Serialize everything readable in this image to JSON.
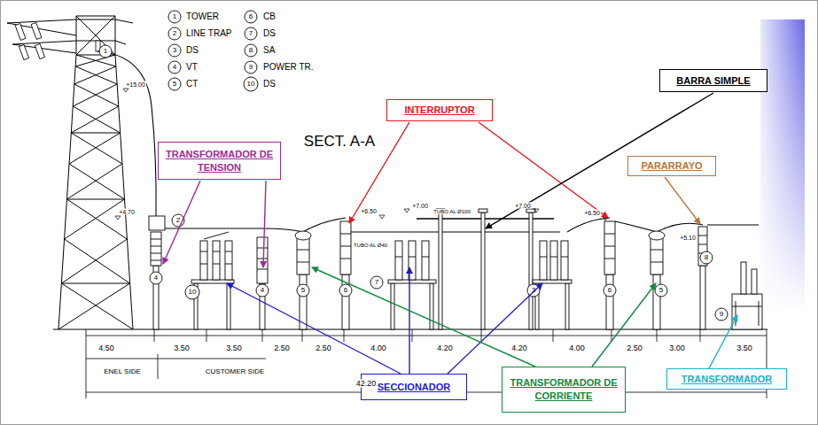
{
  "diagram": {
    "title": "SECT. A-A",
    "nodes": [
      {
        "text": [
          "BARRA SIMPLE"
        ]
      },
      {
        "text": [
          "INTERRUPTOR"
        ]
      },
      {
        "text": [
          "TRANSFORMADOR DE TENSION"
        ]
      },
      {
        "text": [
          "PARARRAYO"
        ]
      },
      {
        "text": [
          "TRANSFORMADOR DE CORRIENTE"
        ]
      },
      {
        "text": [
          "TRANSFORMADOR"
        ]
      },
      {
        "text": [
          "SECCIONADOR"
        ]
      }
    ],
    "labels": [
      "+15.00",
      "+4.70",
      "+6.50",
      "+7.00",
      "TUBO AL Ø100",
      "+7.00",
      "+6.50",
      "+5.10",
      "TUBO AL Ø40",
      "4.50",
      "3.50",
      "3.50",
      "2.50",
      "2.50",
      "4.00",
      "4.20",
      "4.20",
      "4.00",
      "2.50",
      "3.00",
      "3.50",
      "ENEL SIDE",
      "CUSTOMER SIDE",
      "42.20",
      "1",
      "2",
      "4",
      "10",
      "4",
      "5",
      "6",
      "7",
      "3",
      "6",
      "5",
      "8",
      "9",
      "1",
      "2",
      "3",
      "4",
      "5",
      "6",
      "7",
      "8",
      "9",
      "10"
    ],
    "legend": [
      {
        "text": "TOWER"
      },
      {
        "text": "LINE TRAP"
      },
      {
        "text": "DS"
      },
      {
        "text": "VT"
      },
      {
        "text": "CT"
      },
      {
        "text": "CB"
      },
      {
        "text": "DS"
      },
      {
        "text": "SA"
      },
      {
        "text": "POWER TR."
      },
      {
        "text": "DS"
      }
    ]
  }
}
